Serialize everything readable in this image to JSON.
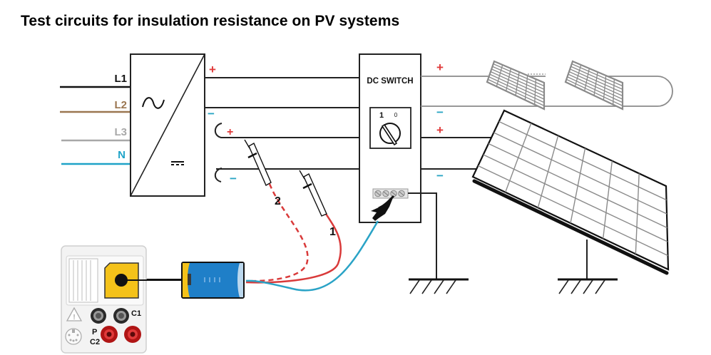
{
  "title": "Test circuits for insulation resistance on PV systems",
  "colors": {
    "L1": "#111111",
    "L2": "#9b7650",
    "L3": "#a8a8a8",
    "N": "#1fa3c8",
    "plus": "#e03a3a",
    "minus": "#2aa5c4",
    "probe_red": "#d93a3a",
    "probe_blue": "#2aa3c6",
    "instrument_yellow": "#f4c21a",
    "adapter_blue": "#1f7fc8",
    "gray_panel": "#8a8a8a"
  },
  "ac_lines": [
    {
      "label": "L1",
      "color_key": "L1"
    },
    {
      "label": "L2",
      "color_key": "L2"
    },
    {
      "label": "L3",
      "color_key": "L3"
    },
    {
      "label": "N",
      "color_key": "N"
    }
  ],
  "inverter": {
    "ac_symbol": "∿",
    "dc_symbol": "⎓",
    "terminals": {
      "plus": "+",
      "minus": "−"
    },
    "open_terminals": {
      "plus": "+",
      "minus": "−"
    }
  },
  "dc_switch": {
    "label": "DC SWITCH",
    "position_on": "1",
    "position_off": "0"
  },
  "string_polarity": {
    "upper_plus": "+",
    "upper_minus": "−",
    "lower_plus": "+",
    "lower_minus": "−"
  },
  "probes": [
    {
      "id": "2",
      "label": "2",
      "style": "dashed"
    },
    {
      "id": "1",
      "label": "1",
      "style": "solid"
    }
  ],
  "instrument": {
    "jacks": {
      "c1": "C1",
      "p": "P",
      "c2": "C2"
    }
  }
}
